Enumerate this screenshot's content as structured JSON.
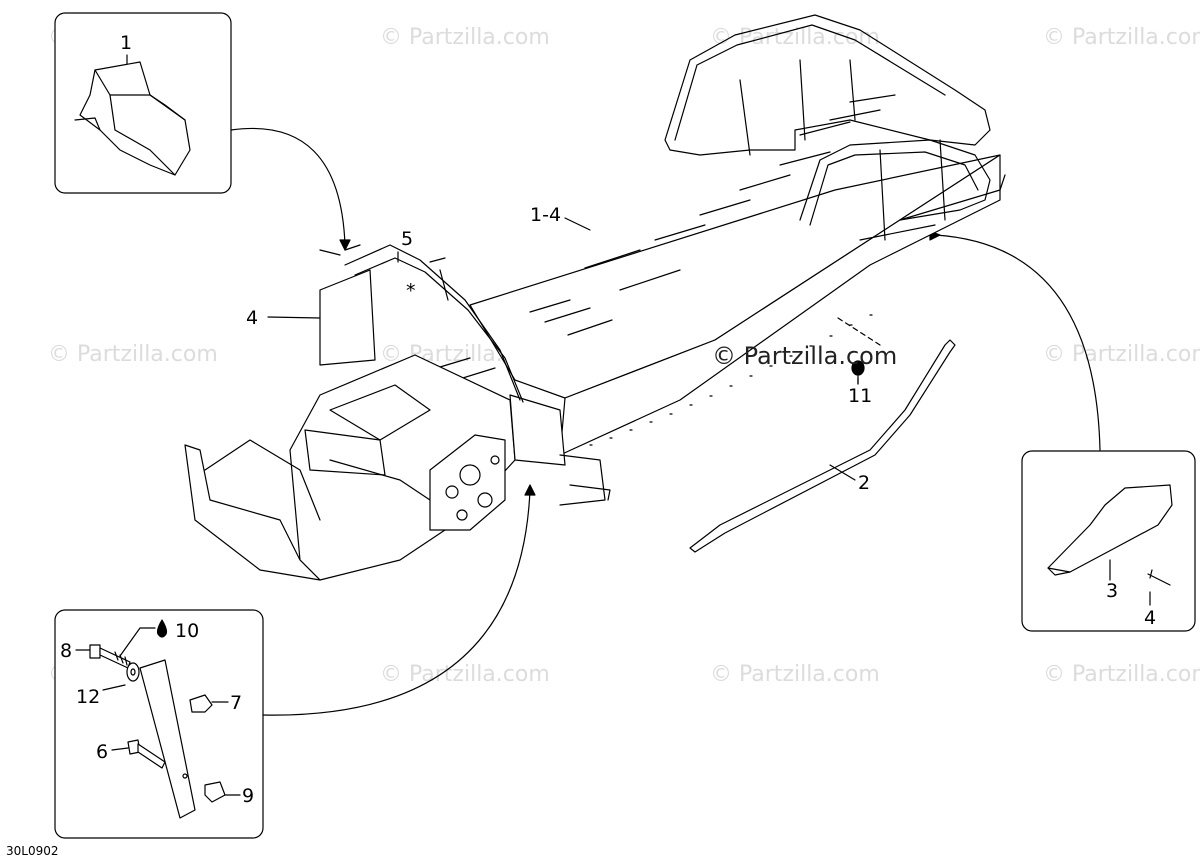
{
  "watermarks": [
    "© Partzilla.com",
    "© Partzilla.com",
    "© Partzilla.com",
    "© Partzilla.com",
    "© Partzilla.com",
    "© Partzilla.com",
    "© Partzilla.com",
    "© Partzilla.com",
    "© Partzilla.com",
    "© Partzilla.com",
    "© Partzilla.com"
  ],
  "center_watermark": "© Partzilla.com",
  "diagram_code": "30L0902",
  "callouts": {
    "c1": "1",
    "c1_4": "1-4",
    "c2": "2",
    "c3": "3",
    "c4a": "4",
    "c4b": "4",
    "c5": "5",
    "star": "*",
    "c6": "6",
    "c7": "7",
    "c8": "8",
    "c9": "9",
    "c10": "10",
    "c11": "11",
    "c12": "12"
  },
  "icons": {
    "drop": "oil-drop-icon"
  }
}
